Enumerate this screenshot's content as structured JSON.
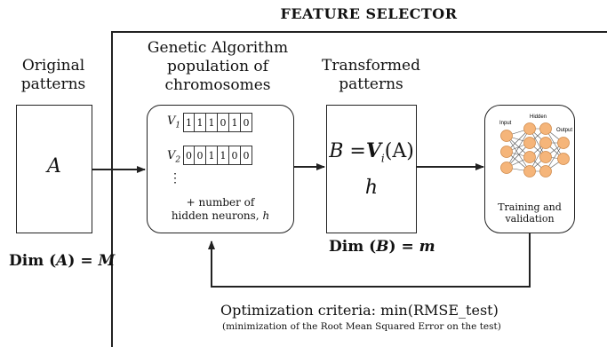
{
  "title": "FEATURE SELECTOR",
  "original": {
    "header_line1": "Original",
    "header_line2": "patterns",
    "symbol": "A",
    "dim_prefix": "Dim (",
    "dim_var": "A",
    "dim_suffix": ") = ",
    "dim_value": "M"
  },
  "ga": {
    "header_line1": "Genetic Algorithm",
    "header_line2": "population of",
    "header_line3": "chromosomes",
    "v1_label": "V",
    "v1_sub": "1",
    "v1_bits": [
      "1",
      "1",
      "1",
      "0",
      "1",
      "0"
    ],
    "v2_label": "V",
    "v2_sub": "2",
    "v2_bits": [
      "0",
      "0",
      "1",
      "1",
      "0",
      "0"
    ],
    "ellipsis": "⋮",
    "note_line1": "+ number of",
    "note_line2": "hidden neurons, ",
    "note_var": "h"
  },
  "transformed": {
    "header_line1": "Transformed",
    "header_line2": "patterns",
    "formula_b": "B",
    "formula_eq": " =",
    "formula_v": "V",
    "formula_sub": "i",
    "formula_arg": "(A)",
    "formula_h": "h",
    "dim_prefix": "Dim (",
    "dim_var": "B",
    "dim_suffix": ") = ",
    "dim_value": "m"
  },
  "network": {
    "layer_input": "Input",
    "layer_hidden": "Hidden",
    "layer_output": "Output",
    "caption_line1": "Training and",
    "caption_line2": "validation"
  },
  "optimization": {
    "main": "Optimization criteria: min(RMSE_test)",
    "sub": "(minimization of the Root Mean Squared Error on the test)"
  },
  "colors": {
    "neuron_fill": "#f5b57a",
    "neuron_stroke": "#d08a4a",
    "line": "#222222"
  }
}
